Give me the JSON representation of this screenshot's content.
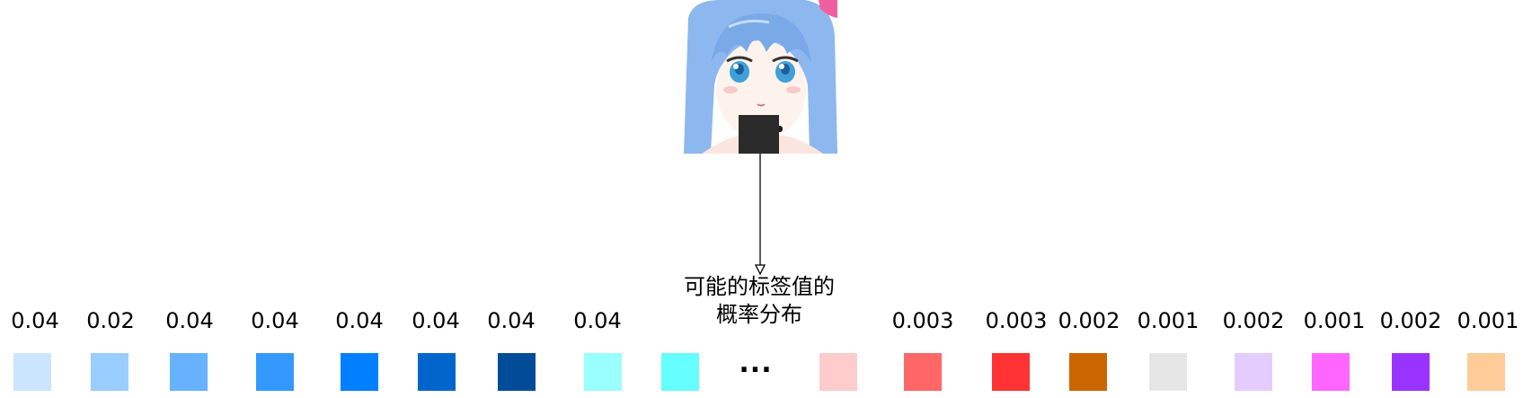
{
  "caption": [
    "可能的标签值的",
    "概率分布"
  ],
  "probabilities": [
    "0.04",
    "0.02",
    "0.04",
    "0.04",
    "0.04",
    "0.04",
    "0.04",
    "0.04",
    "0.003",
    "0.003",
    "0.002",
    "0.001",
    "0.002",
    "0.001",
    "0.002",
    "0.001"
  ],
  "ellipsis": "...",
  "swatch_colors": [
    "#cce5ff",
    "#99ccff",
    "#66b2ff",
    "#3399ff",
    "#007fff",
    "#0066cc",
    "#004c99",
    "#99ffff",
    "#66ffff",
    "#ffcccc",
    "#ff6666",
    "#ff3333",
    "#cc6600",
    "#e6e6e6",
    "#e5ccff",
    "#ff66ff",
    "#9933ff",
    "#ffcc99"
  ],
  "colors": {
    "hair": "#8db8ef",
    "eyes": "#3fa0d8",
    "patch": "#2b2b2b",
    "arrow": "#000000"
  }
}
